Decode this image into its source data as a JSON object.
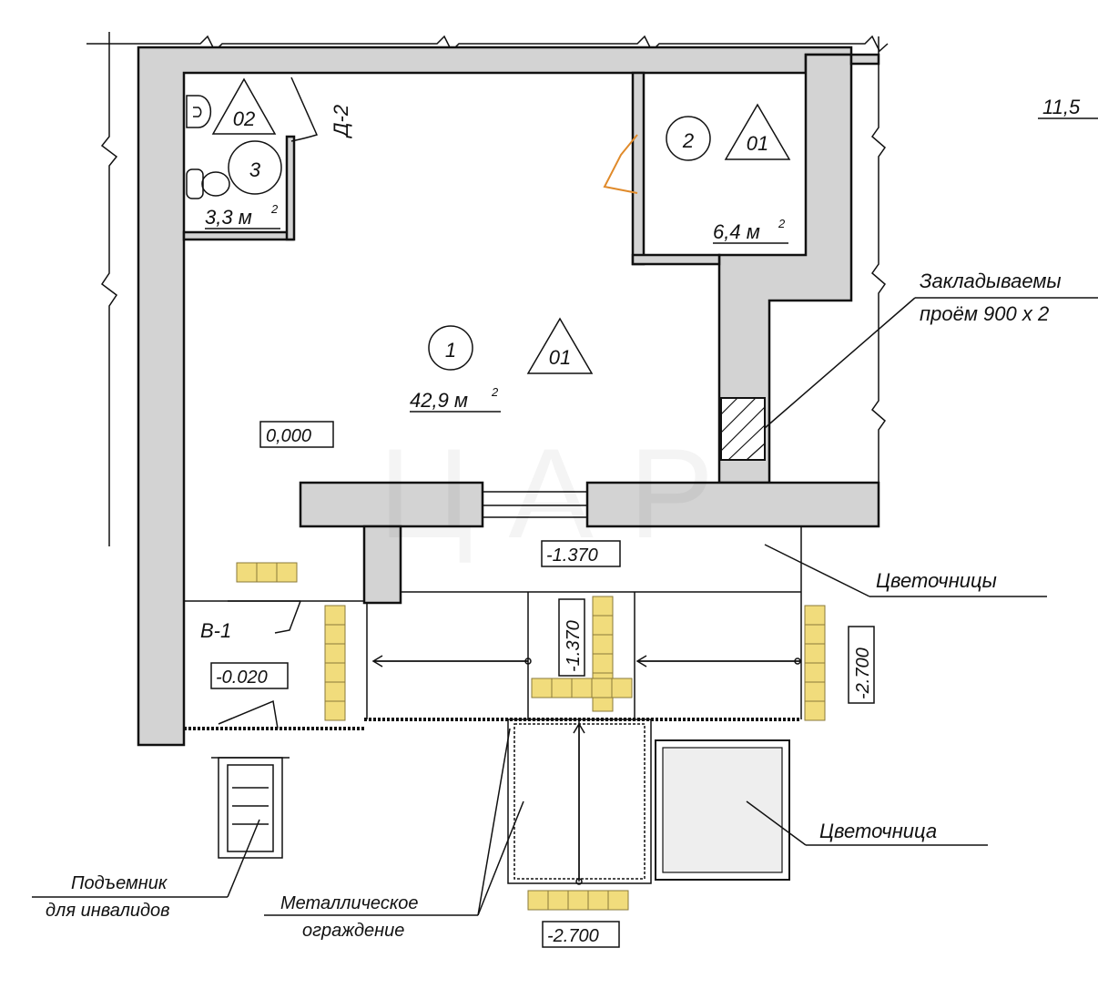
{
  "title_fragment": "11,5",
  "rooms": [
    {
      "number": "1",
      "type_mark": "01",
      "area": "42,9 м",
      "area_sup": "2"
    },
    {
      "number": "2",
      "type_mark": "01",
      "area": "6,4 м",
      "area_sup": "2"
    },
    {
      "number": "3",
      "type_mark": "02",
      "area": "3,3 м",
      "area_sup": "2"
    }
  ],
  "door_marks": {
    "d2": "Д-2",
    "b1": "В-1"
  },
  "levels": {
    "main": "0,000",
    "vestibule": "-0.020",
    "landing_h": "-1.370",
    "landing_v": "-1.370",
    "right_stair": "-2.700",
    "bottom_stair": "-2.700"
  },
  "callouts": {
    "opening_line1": "Закладываемы",
    "opening_line2": "проём 900 х 2",
    "flower_beds": "Цветочницы",
    "flower_bed": "Цветочница",
    "lift_line1": "Подъемник",
    "lift_line2": "для инвалидов",
    "railing_line1": "Металлическое",
    "railing_line2": "ограждение"
  },
  "colors": {
    "wall_fill": "#d3d3d3",
    "tactile_tile": "#f1dc7c",
    "door_highlight": "#e08a2a"
  }
}
